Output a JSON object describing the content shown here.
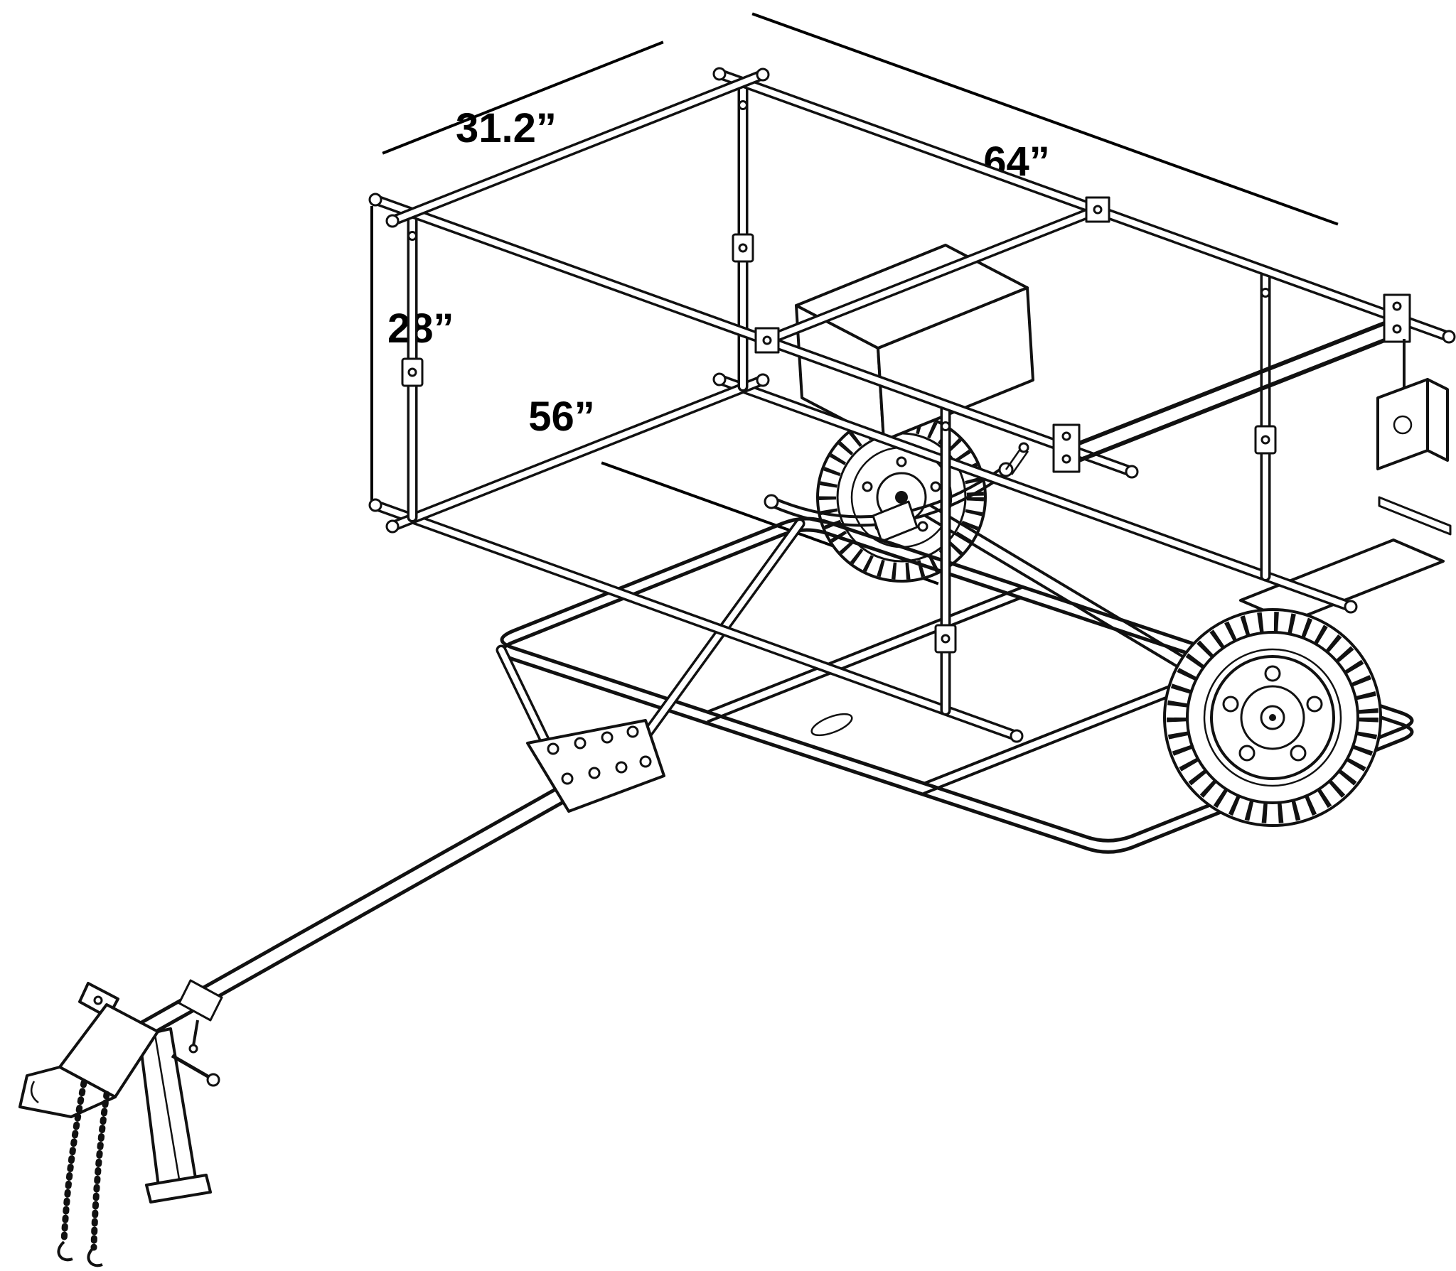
{
  "diagram": {
    "dimensions": {
      "width_top": "31.2”",
      "length_top": "64”",
      "height": "28”",
      "side_length": "56”"
    },
    "colors": {
      "line": "#111111",
      "background": "#ffffff"
    }
  }
}
